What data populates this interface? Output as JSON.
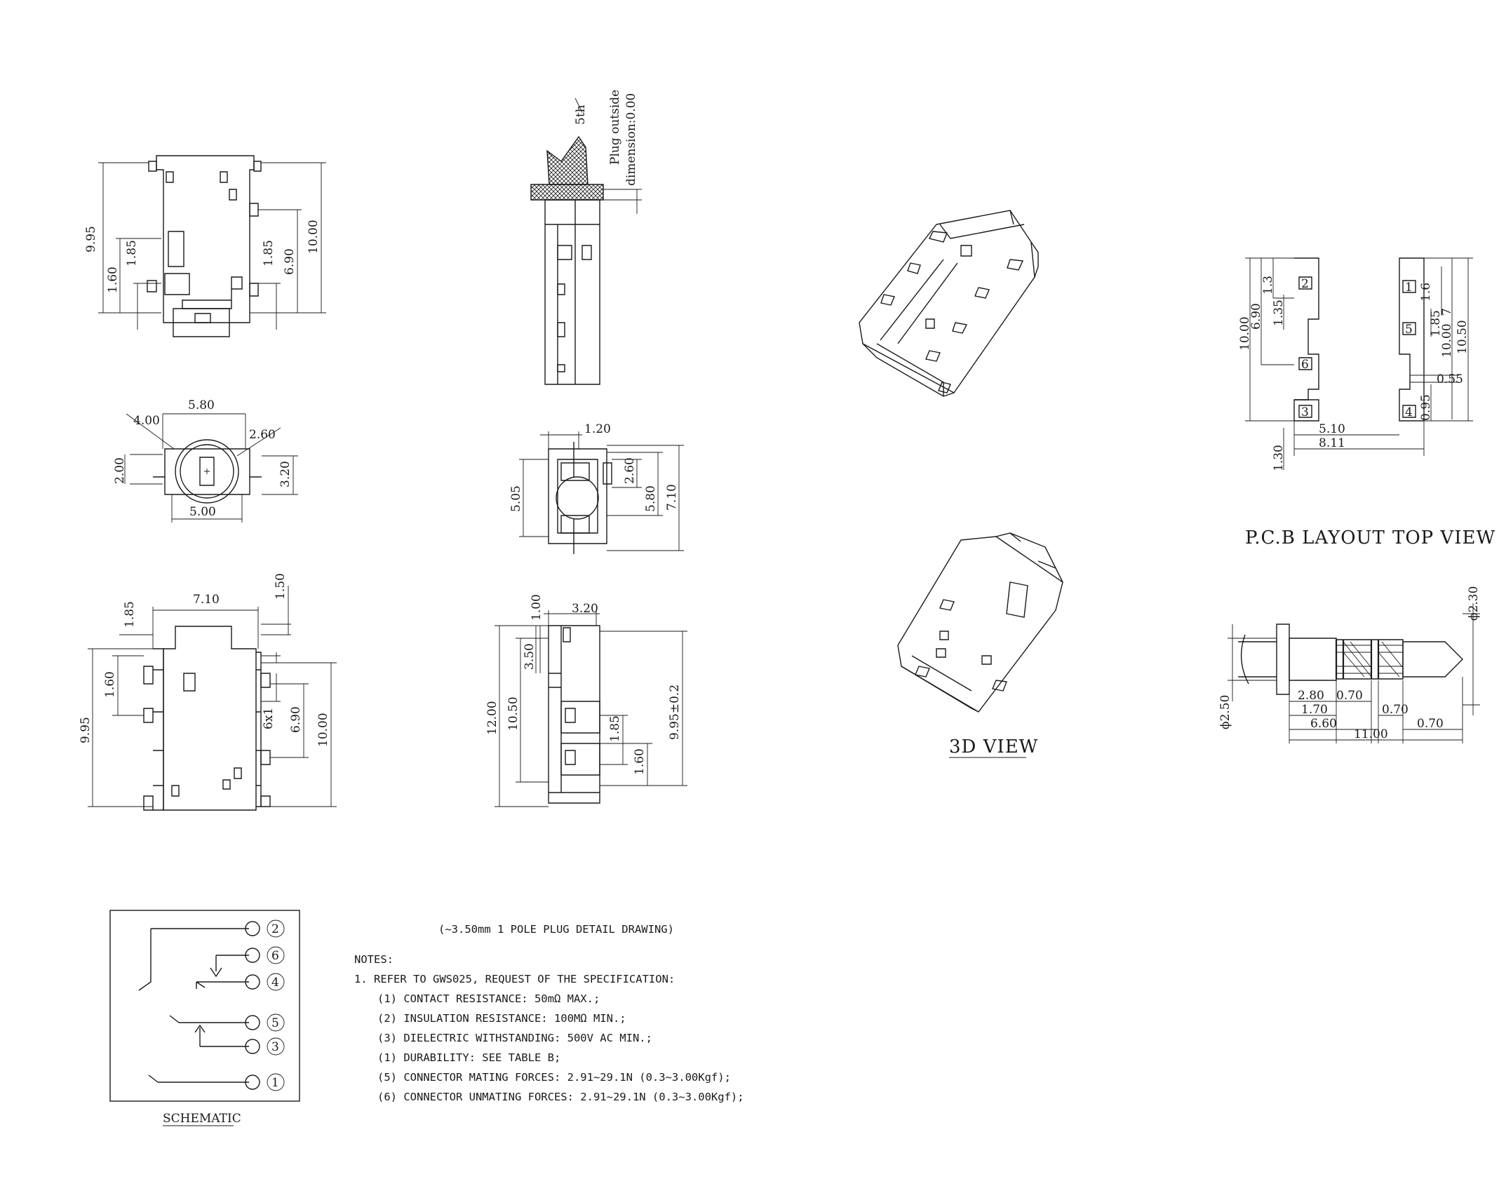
{
  "views": {
    "plug_note": "Plug outside",
    "plug_note2": "dimension:0.00",
    "plug_tag": "5th",
    "view_3d": "3D VIEW",
    "pcb_layout": "P.C.B LAYOUT",
    "top_view": "TOP VIEW",
    "schematic": "SCHEMATIC",
    "plug_detail": "(~3.50mm 1 POLE PLUG DETAIL DRAWING)"
  },
  "dims": {
    "d995": "9.95",
    "d185": "1.85",
    "d160": "1.60",
    "d690": "6.90",
    "d1000": "10.00",
    "d580": "5.80",
    "d400": "4.00",
    "d260": "2.60",
    "d200": "2.00",
    "d320": "3.20",
    "d500": "5.00",
    "d120": "1.20",
    "d505": "5.05",
    "d710": "7.10",
    "d150": "1.50",
    "d6x1": "6x1",
    "d100": "1.00",
    "d350": "3.50",
    "d1200": "12.00",
    "d1050": "10.50",
    "d995tol": "9.95±0.2",
    "d13": "1.3",
    "d135": "1.35",
    "d16": "1.6",
    "d7": "7",
    "d055": "0.55",
    "d095": "0.95",
    "d130": "1.30",
    "d510": "5.10",
    "d811": "8.11",
    "phi230": "ϕ2.30",
    "phi250": "ϕ2.50",
    "d280": "2.80",
    "d070": "0.70",
    "d170": "1.70",
    "d660": "6.60",
    "d1100": "11.00"
  },
  "pins": {
    "p1": "1",
    "p2": "2",
    "p3": "3",
    "p4": "4",
    "p5": "5",
    "p6": "6"
  },
  "notes": {
    "title": "NOTES:",
    "line1": "1.  REFER TO GWS025, REQUEST OF THE SPECIFICATION:",
    "line2": "(1)  CONTACT RESISTANCE: 50mΩ MAX.;",
    "line3": "(2)  INSULATION RESISTANCE: 100MΩ MIN.;",
    "line4": "(3)  DIELECTRIC WITHSTANDING: 500V AC MIN.;",
    "line5": "(1)  DURABILITY: SEE TABLE B;",
    "line6": "(5)  CONNECTOR MATING FORCES: 2.91~29.1N (0.3~3.00Kgf);",
    "line7": "(6)  CONNECTOR UNMATING FORCES: 2.91~29.1N (0.3~3.00Kgf);"
  }
}
